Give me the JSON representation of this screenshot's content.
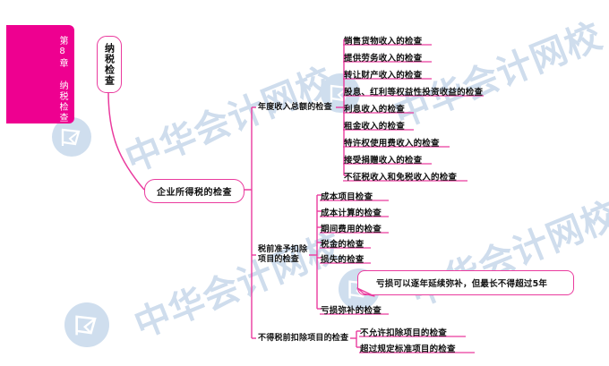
{
  "document": {
    "title": "第8章 纳税检查 思维导图",
    "background_color": "#ffffff",
    "accent_color": "#ee0090",
    "line_color": "#ea3b9e",
    "watermark_color": "#cfdded"
  },
  "chapter_tab": {
    "label": "第8章 纳税检查",
    "color": "#ee0090",
    "text_color": "#ffffff"
  },
  "root_node": {
    "label": "纳税检查",
    "orientation": "vertical"
  },
  "mid_node": {
    "label": "企业所得税的检查"
  },
  "branches": [
    {
      "id": "annual-income",
      "label": "年度收入总额的检查",
      "items": [
        "销售货物收入的检查",
        "提供劳务收入的检查",
        "转让财产收入的检查",
        "股息、红利等权益性投资收益的检查",
        "利息收入的检查",
        "租金收入的检查",
        "特许权使用费收入的检查",
        "接受捐赠收入的检查",
        "不征税收入和免税收入的检查"
      ]
    },
    {
      "id": "pretax-deduction",
      "label": "税前准予扣除\n项目的检查",
      "items": [
        "成本项目检查",
        "成本计算的检查",
        "期间费用的检查",
        "税金的检查",
        "损失的检查",
        "亏损弥补的检查"
      ]
    },
    {
      "id": "non-deductible",
      "label": "不得税前扣除项目的检查",
      "items": [
        "不允许扣除项目的检查",
        "超过规定标准项目的检查"
      ]
    }
  ],
  "callout": {
    "text": "亏损可以逐年延续弥补，但最长不得超过5年",
    "attached_to": "亏损弥补的检查"
  },
  "watermarks": {
    "text": "中华会计网校",
    "logo_name": "flag-logo-icon",
    "instances": 4
  }
}
